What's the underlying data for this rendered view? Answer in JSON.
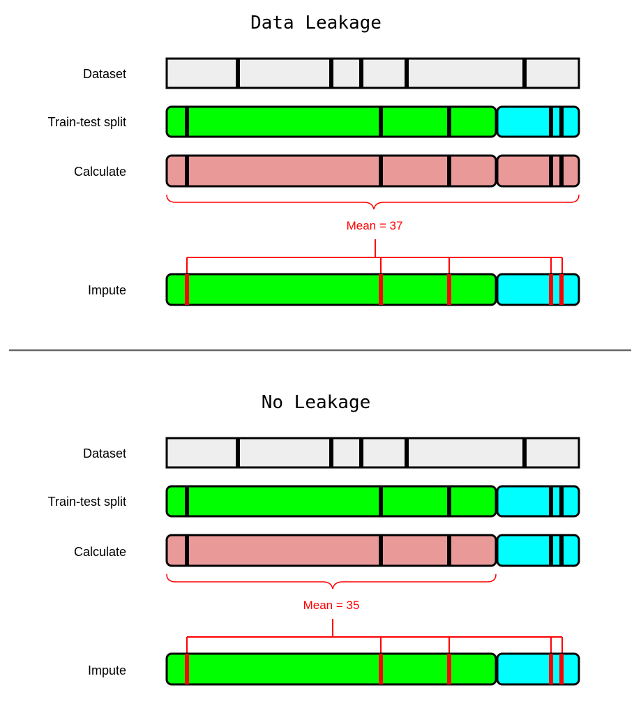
{
  "sections": [
    {
      "title": "Data Leakage",
      "rows": {
        "dataset": "Dataset",
        "split": "Train-test split",
        "calculate": "Calculate",
        "impute": "Impute"
      },
      "calc_includes_test": true,
      "mean_label": "Mean = 37"
    },
    {
      "title": "No Leakage",
      "rows": {
        "dataset": "Dataset",
        "split": "Train-test split",
        "calculate": "Calculate",
        "impute": "Impute"
      },
      "calc_includes_test": false,
      "mean_label": "Mean = 35"
    }
  ],
  "colors": {
    "dataset_fill": "#eeeeee",
    "train_fill": "#00ff00",
    "test_fill": "#00ffff",
    "calc_fill": "#ea9999",
    "missing_marker": "#000000",
    "imputed_marker": "#ff0000",
    "divider": "#666666"
  }
}
